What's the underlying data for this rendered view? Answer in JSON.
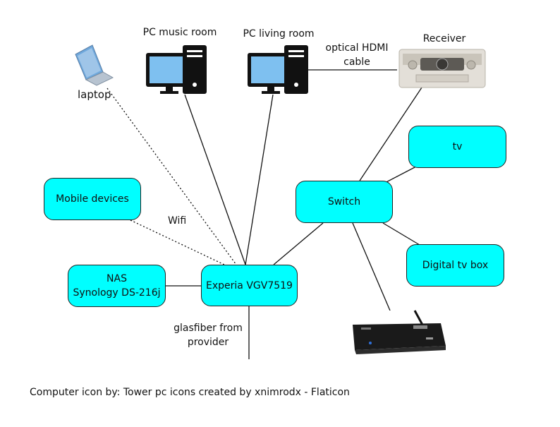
{
  "nodes": {
    "mobile": "Mobile devices",
    "nas_line1": "NAS",
    "nas_line2": "Synology DS-216j",
    "experia": "Experia VGV7519",
    "switch": "Switch",
    "tv": "tv",
    "digital_tv_box": "Digital tv box"
  },
  "labels": {
    "pc_music": "PC music room",
    "pc_living": "PC living room",
    "receiver": "Receiver",
    "hdmi_line1": "optical HDMI",
    "hdmi_line2": "cable",
    "laptop": "laptop",
    "wifi": "Wifi",
    "fiber_line1": "glasfiber from",
    "fiber_line2": "provider"
  },
  "footer": "Computer icon by: Tower pc icons created by xnimrodx - Flaticon",
  "colors": {
    "node_fill": "#00ffff",
    "node_border": "#222222",
    "line": "#111111"
  },
  "icons": [
    "laptop-icon",
    "desktop-pc-icon",
    "av-receiver-icon",
    "media-player-icon"
  ]
}
